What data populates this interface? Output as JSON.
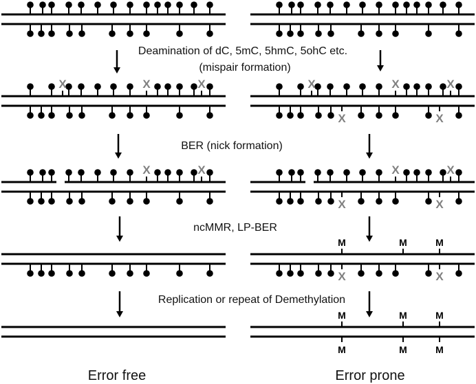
{
  "steps": {
    "deamination_line1": "Deamination of dC, 5mC, 5hmC, 5ohC etc.",
    "deamination_line2": "(mispair formation)",
    "ber": "BER (nick formation)",
    "repair": "ncMMR, LP-BER",
    "replication": "Replication or repeat of Demethylation"
  },
  "captions": {
    "left": "Error free",
    "right": "Error prone"
  },
  "marks": {
    "mispair": "X",
    "mutation": "M"
  },
  "colors": {
    "strand": "#000000",
    "lollipop": "#000000",
    "mispair": "#808080",
    "mutation": "#000000",
    "arrow": "#000000"
  }
}
